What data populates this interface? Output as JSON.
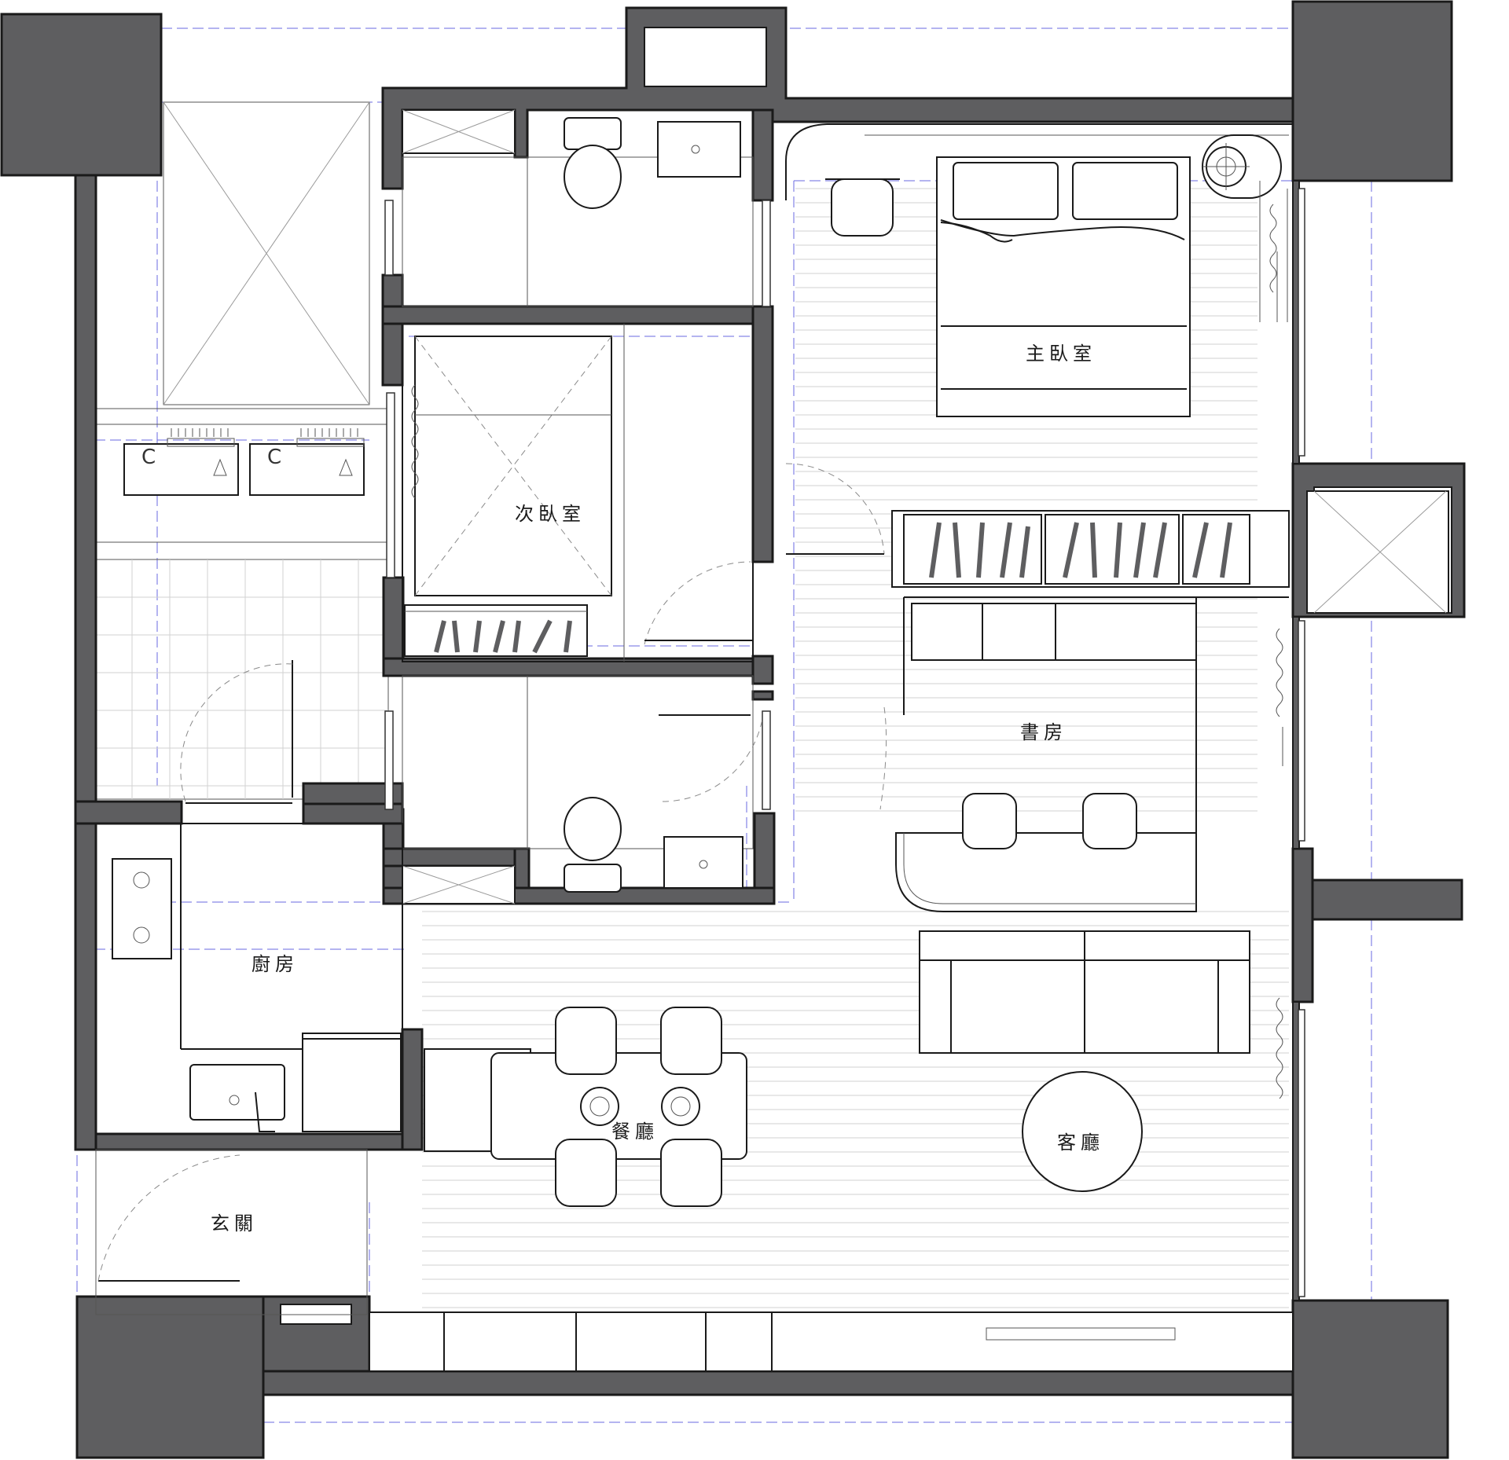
{
  "rooms": {
    "master_bedroom": "主臥室",
    "second_bedroom": "次臥室",
    "study": "書房",
    "kitchen": "廚房",
    "dining": "餐廳",
    "living": "客廳",
    "entry": "玄關"
  },
  "colors": {
    "wall": "#5e5e60",
    "line": "#1a1a1a",
    "axis": "#6a6ae0",
    "floor_grid": "#d2d2d2"
  }
}
